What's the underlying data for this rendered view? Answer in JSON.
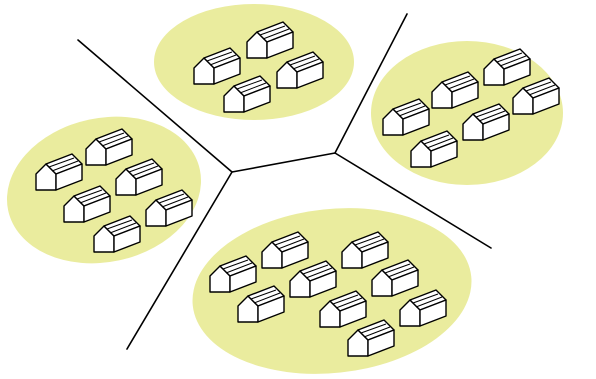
{
  "colors": {
    "background": "#ffffff",
    "cluster_fill": "#eaec9e",
    "house_fill": "#ffffff",
    "stroke": "#000000",
    "boundary": "#000000"
  },
  "icons": {
    "house": "house-icon"
  },
  "clusters": [
    {
      "name": "cluster-top",
      "house_count": 4
    },
    {
      "name": "cluster-right",
      "house_count": 6
    },
    {
      "name": "cluster-left",
      "house_count": 6
    },
    {
      "name": "cluster-bottom",
      "house_count": 9
    }
  ]
}
